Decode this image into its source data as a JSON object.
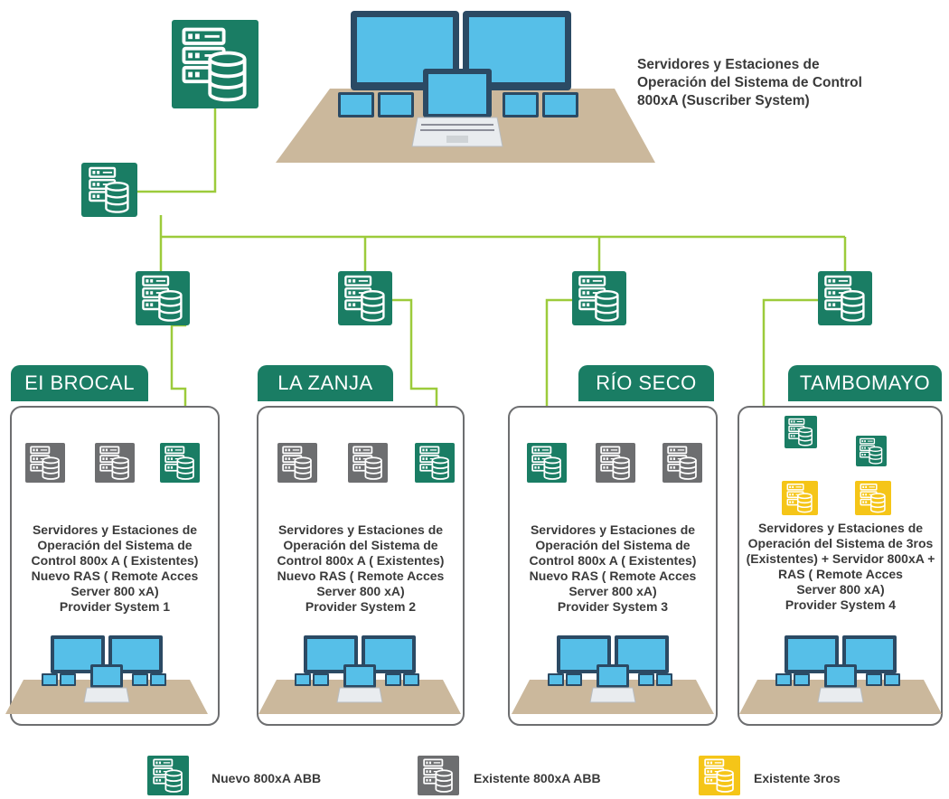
{
  "top": {
    "caption_lines": [
      "Servidores y Estaciones de",
      "Operación del Sistema de Control",
      "800xA (Suscriber System)"
    ]
  },
  "sites": [
    {
      "name": "EI BROCAL",
      "caption_lines": [
        "Servidores y Estaciones de",
        "Operación del Sistema de",
        "Control 800x A ( Existentes)",
        "Nuevo RAS ( Remote Acces",
        "Server 800 xA)",
        "Provider System 1"
      ]
    },
    {
      "name": "LA ZANJA",
      "caption_lines": [
        "Servidores y Estaciones de",
        "Operación del Sistema de",
        "Control 800x A ( Existentes)",
        "Nuevo RAS ( Remote Acces",
        "Server 800 xA)",
        "Provider System 2"
      ]
    },
    {
      "name": "RÍO SECO",
      "caption_lines": [
        "Servidores y Estaciones de",
        "Operación del Sistema de",
        "Control 800x A ( Existentes)",
        "Nuevo RAS ( Remote Acces",
        "Server 800 xA)",
        "Provider System 3"
      ]
    },
    {
      "name": "TAMBOMAYO",
      "caption_lines": [
        "Servidores y Estaciones de",
        "Operación del Sistema de 3ros",
        "(Existentes) + Servidor 800xA +",
        "RAS ( Remote Acces",
        "Server 800 xA)",
        "Provider System 4"
      ]
    }
  ],
  "legend": [
    {
      "label": "Nuevo 800xA ABB",
      "color": "#1a7d64",
      "icon": "server-database-icon"
    },
    {
      "label": "Existente 800xA ABB",
      "color": "#6d6e70",
      "icon": "server-database-icon"
    },
    {
      "label": "Existente  3ros",
      "color": "#f5c518",
      "icon": "server-database-icon"
    }
  ],
  "colors": {
    "new_abb": "#1a7d64",
    "existing_abb": "#6d6e70",
    "existing_third": "#f5c518",
    "network_line": "#9ccb3b",
    "screen": "#56bfe8",
    "monitor_frame": "#2b4a64",
    "desk": "#cbb89c"
  }
}
